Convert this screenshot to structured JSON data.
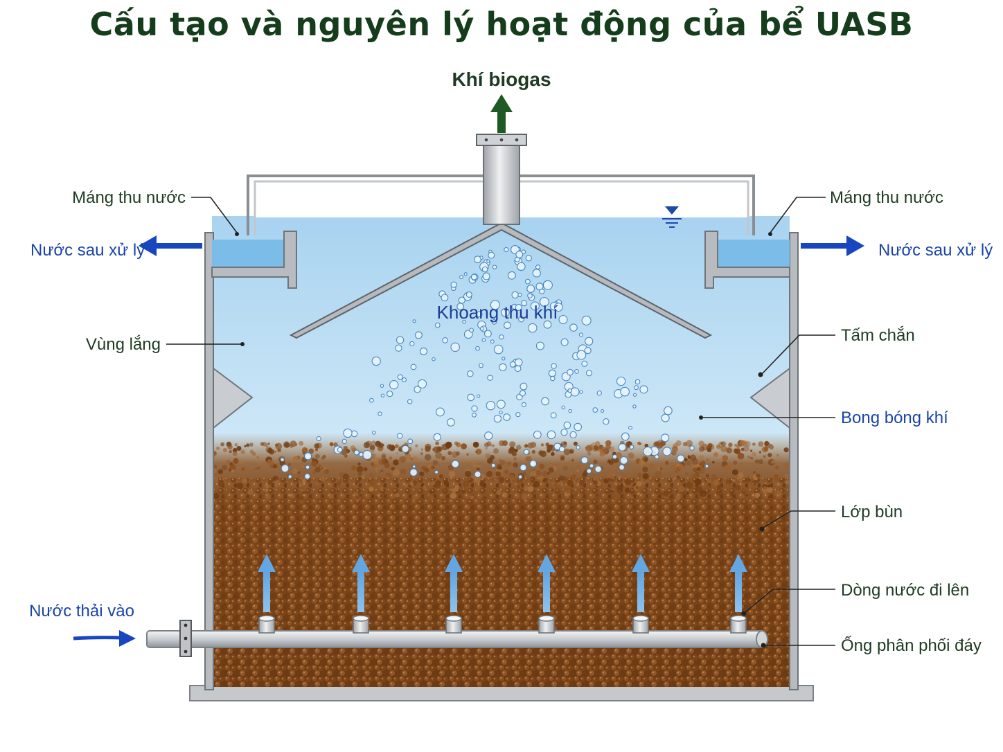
{
  "title": "Cấu tạo và nguyên lý hoạt động của bể UASB",
  "labels": {
    "biogas": "Khí biogas",
    "collection_trough_left": "Máng thu nước",
    "collection_trough_right": "Máng thu nước",
    "treated_water_left": "Nước sau xử lý",
    "treated_water_right": "Nước sau xử lý",
    "gas_chamber": "Khoang thu khí",
    "settling_zone": "Vùng lắng",
    "baffle": "Tấm chắn",
    "gas_bubbles": "Bong bóng khí",
    "sludge_layer": "Lớp bùn",
    "upflow": "Dòng nước đi lên",
    "influent": "Nước thải vào",
    "distribution_pipe": "Ống phân phối đáy"
  },
  "colors": {
    "title": "#153d1c",
    "dark_label": "#1e3a22",
    "blue_label": "#1a44a8",
    "water": "#b9dcf2",
    "sludge": "#7a4418",
    "tank_wall": "#b4b8bc",
    "biogas_arrow": "#1f5a25",
    "flow_arrow": "#1746c0"
  },
  "icons": [
    "biogas-up-arrow",
    "outflow-left-arrow",
    "outflow-right-arrow",
    "inflow-arrow",
    "upflow-arrow",
    "water-level-icon"
  ]
}
